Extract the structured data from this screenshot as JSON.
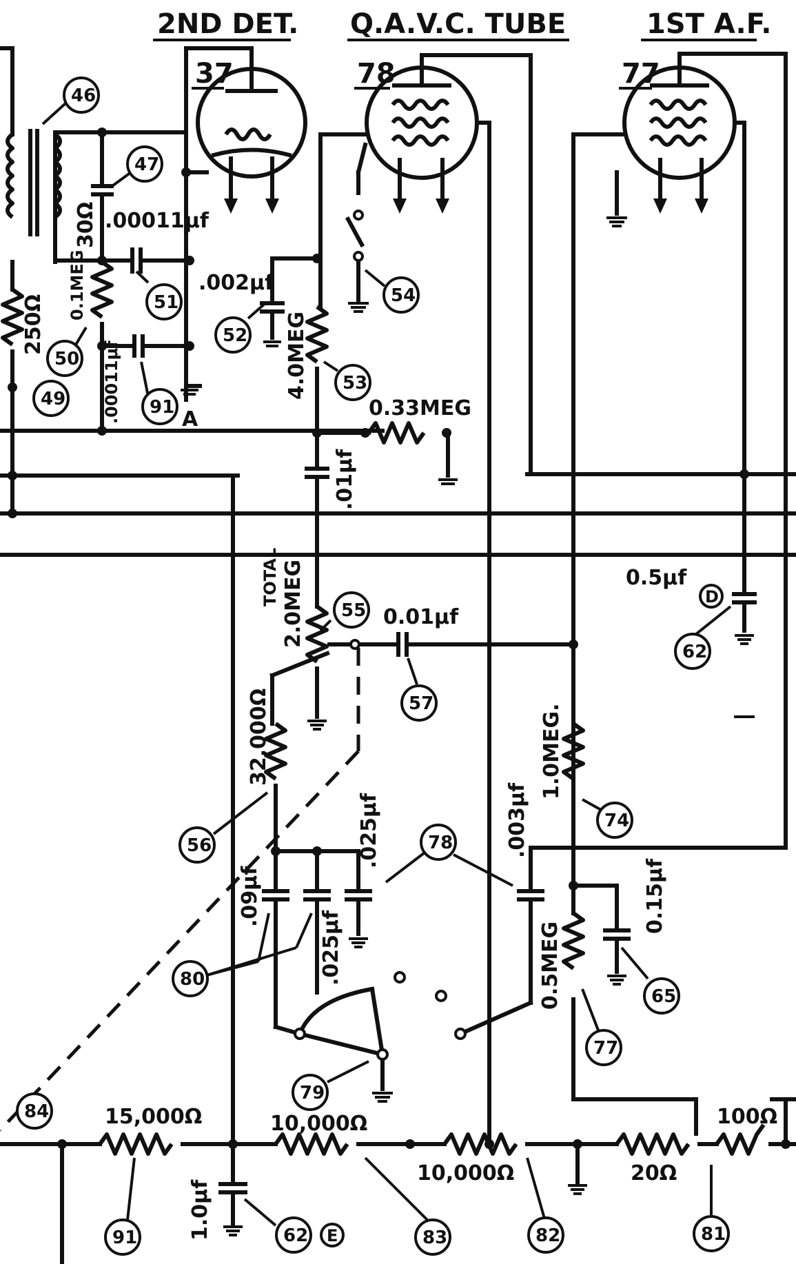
{
  "headers": {
    "second_det": "2ND DET.",
    "qavc": "Q.A.V.C. TUBE",
    "first_af": "1ST A.F."
  },
  "tubes": {
    "t37": "37",
    "t78": "78",
    "t77": "77"
  },
  "labels": {
    "ohm250": "250Ω",
    "meg01": "0.1MEG",
    "pf00011_top": ".00011μf",
    "pf00011_left": ".00011μf",
    "ohm30": "30Ω",
    "uf002": ".002μf",
    "meg40": "4.0MEG",
    "meg033": "0.33MEG",
    "uf01_mid": ".01μf",
    "total": "TOTAL",
    "meg20": "2.0MEG",
    "uf001": "0.01μf",
    "ohm32000": "32,000Ω",
    "uf025_a": ".025μf",
    "uf09": ".09μf",
    "uf025_b": ".025μf",
    "uf003": ".003μf",
    "meg10": "1.0MEG.",
    "uf015": "0.15μf",
    "meg05": "0.5MEG",
    "uf05": "0.5μf",
    "ohm15000": "15,000Ω",
    "ohm10000_a": "10,000Ω",
    "ohm10000_b": "10,000Ω",
    "ohm100": "100Ω",
    "ohm20": "20Ω",
    "uf10": "1.0μf",
    "letter_a": "A",
    "letter_d": "D",
    "letter_e": "E"
  },
  "callouts": [
    "46",
    "47",
    "49",
    "50",
    "51",
    "52",
    "53",
    "54",
    "55",
    "56",
    "57",
    "62",
    "62",
    "65",
    "74",
    "77",
    "78",
    "79",
    "80",
    "81",
    "82",
    "83",
    "84",
    "91",
    "91"
  ]
}
